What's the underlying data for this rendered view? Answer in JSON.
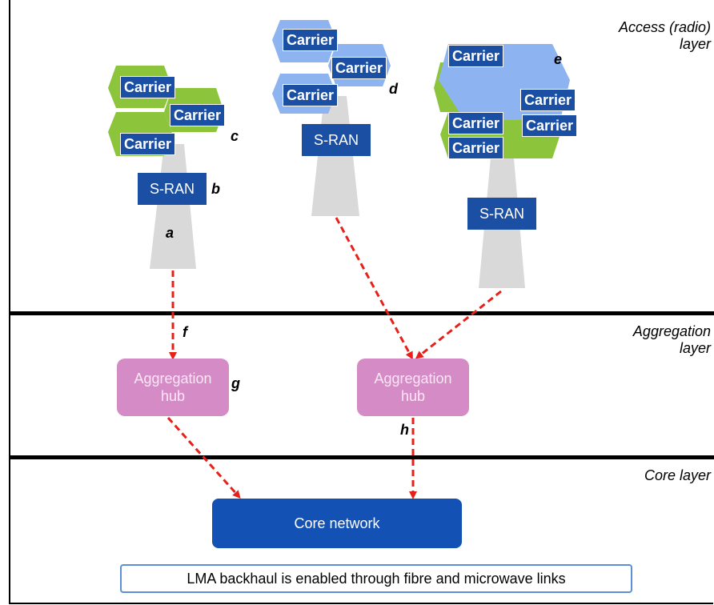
{
  "layers": {
    "access": "Access (radio)\nlayer",
    "aggregation": "Aggregation\nlayer",
    "core": "Core layer"
  },
  "sites": {
    "c": {
      "carriers": [
        "Carrier",
        "Carrier",
        "Carrier"
      ],
      "sran": "S-RAN"
    },
    "d": {
      "carriers": [
        "Carrier",
        "Carrier",
        "Carrier"
      ],
      "sran": "S-RAN"
    },
    "e": {
      "carriers": [
        "Carrier",
        "Carrier",
        "Carrier",
        "Carrier",
        "Carrier"
      ],
      "sran": "S-RAN"
    }
  },
  "tags": {
    "a": "a",
    "b": "b",
    "c": "c",
    "d": "d",
    "e": "e",
    "f": "f",
    "g": "g",
    "h": "h"
  },
  "hubs": {
    "left": "Aggregation\nhub",
    "right": "Aggregation\nhub"
  },
  "core_network": "Core network",
  "note": "LMA backhaul is enabled through fibre and microwave links",
  "colors": {
    "carrier_blue": "#1a4fa3",
    "hex_green": "#8cc43c",
    "hex_blue": "#8db3f0",
    "hub_pink": "#d58cc6",
    "core_blue": "#1451b4",
    "arrow_red": "#e8201a",
    "mast_gray": "#d9d9d9"
  }
}
